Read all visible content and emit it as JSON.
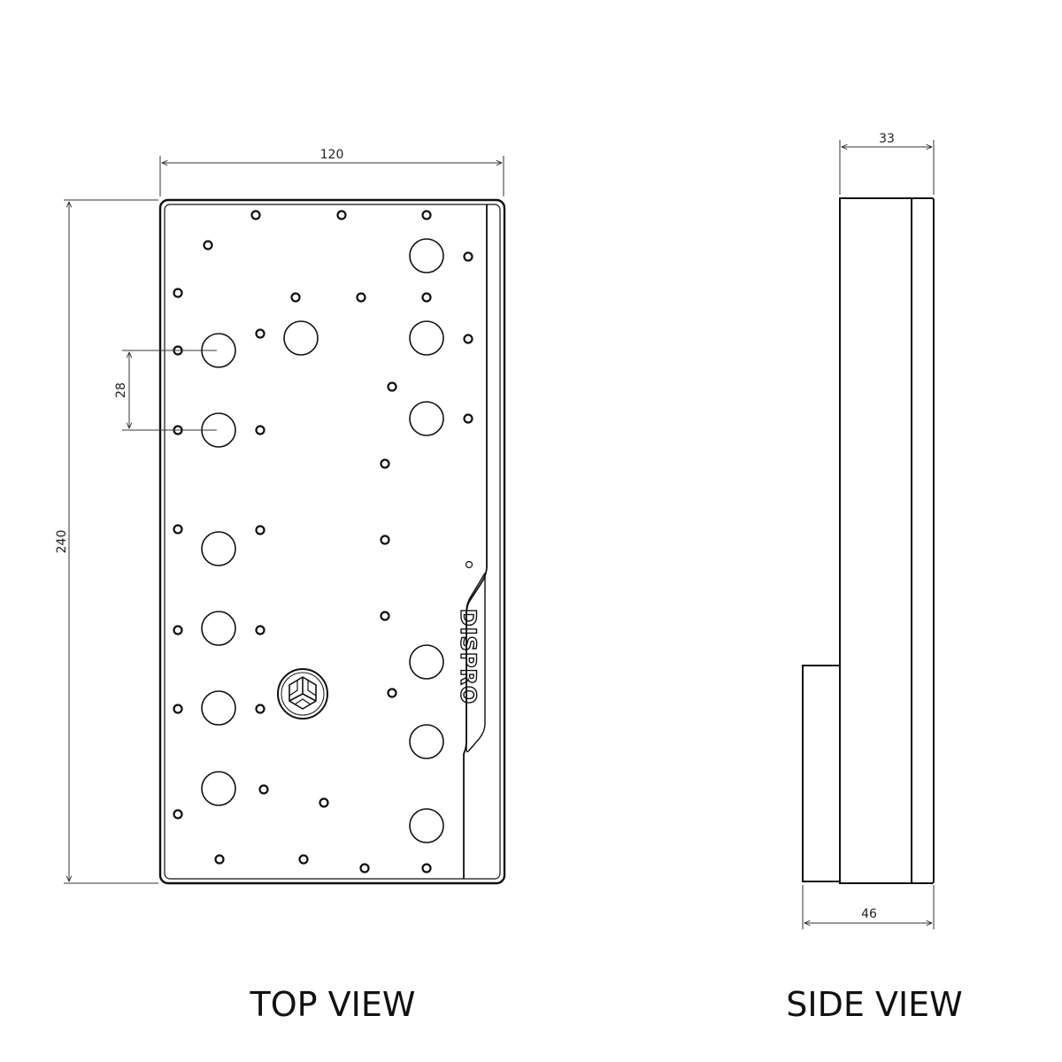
{
  "top_view": {
    "title": "TOP VIEW",
    "dimensions": {
      "width_label": "120",
      "height_label": "240",
      "pitch_label": "28"
    },
    "logo_text": "DISPRO"
  },
  "side_view": {
    "title": "SIDE VIEW",
    "dimensions": {
      "top_label": "33",
      "bottom_label": "46"
    }
  },
  "colors": {
    "line": "#111111",
    "background": "#ffffff"
  }
}
